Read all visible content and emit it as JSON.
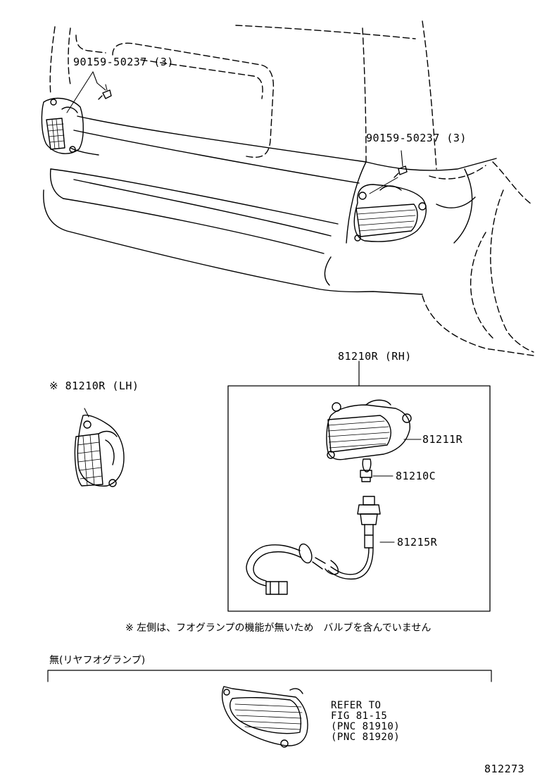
{
  "labels": {
    "bolt_left": "90159-50237 (3)",
    "bolt_right": "90159-50237 (3)",
    "rh_assembly": "81210R (RH)",
    "lh_assembly": "※ 81210R (LH)",
    "lens": "81211R",
    "bulb": "81210C",
    "socket_wire": "81215R",
    "note": "※ 左側は、フオグランプの機能が無いため　バルブを含んでいません",
    "without_section": "無(リヤフオグランプ)",
    "refer_line1": "REFER TO",
    "refer_line2": "FIG 81-15",
    "refer_line3": "(PNC 81910)",
    "refer_line4": "(PNC 81920)",
    "figure_number": "812273"
  },
  "icons": {
    "vehicle_rear_bumper": "rear-bumper-outline",
    "fog_lamp_left": "fog-lamp-lh-icon",
    "fog_lamp_right": "fog-lamp-rh-icon",
    "bolt": "bolt-icon",
    "bulb": "bulb-icon",
    "socket_harness": "socket-harness-icon",
    "reflector": "reflector-icon"
  }
}
